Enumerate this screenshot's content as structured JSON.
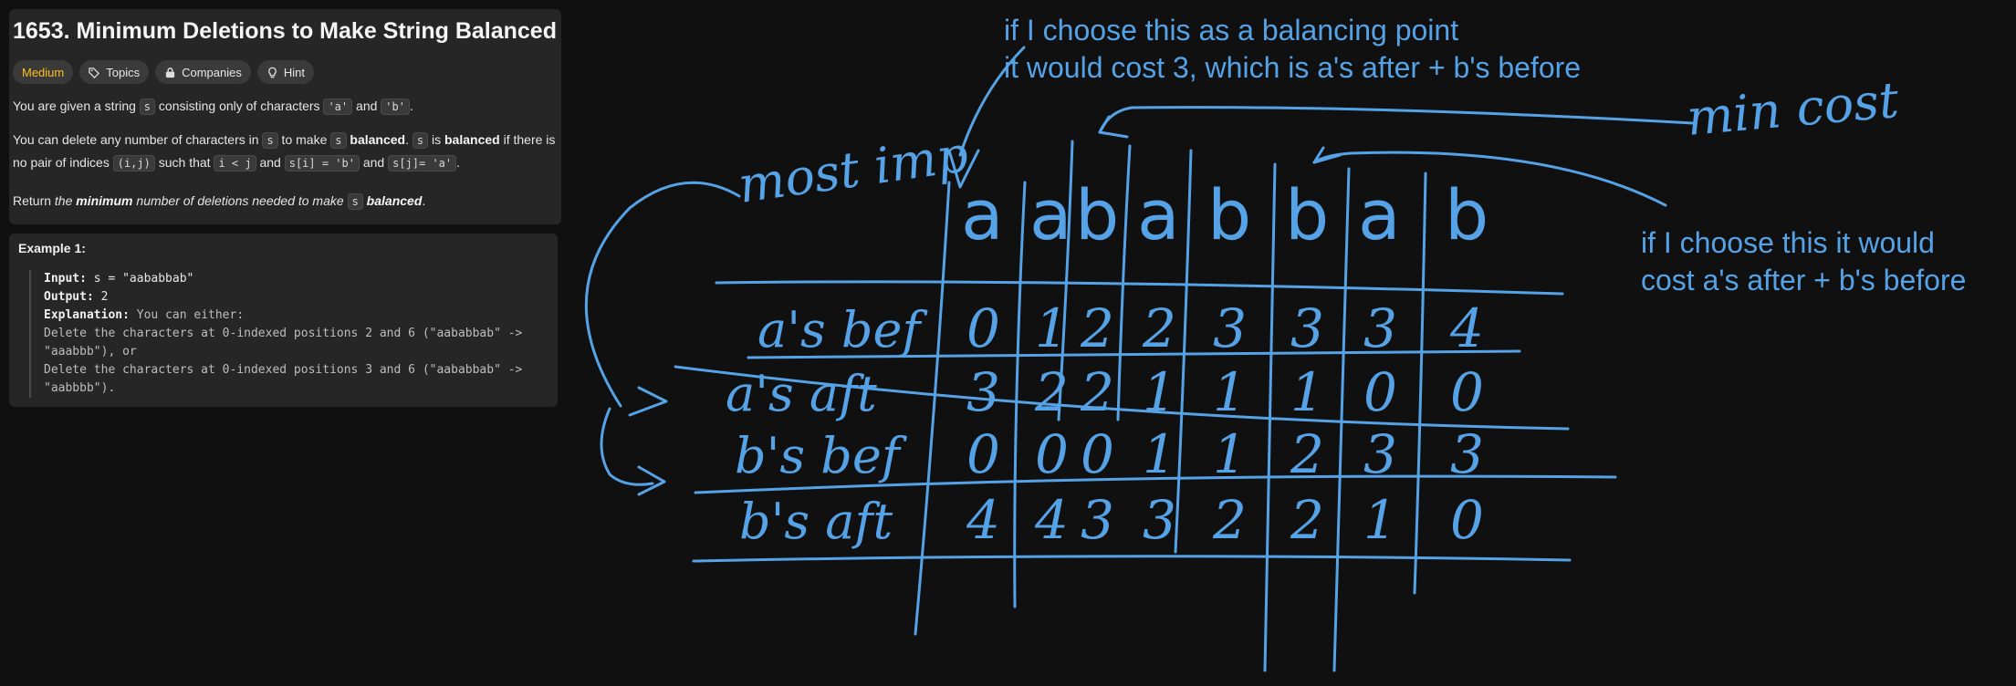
{
  "problem": {
    "title": "1653. Minimum Deletions to Make String Balanced",
    "tags": {
      "difficulty": "Medium",
      "topics": "Topics",
      "companies": "Companies",
      "hint": "Hint"
    },
    "p1": {
      "t1": "You are given a string ",
      "c1": "s",
      "t2": " consisting only of characters ",
      "c2": "'a'",
      "t3": " and ",
      "c3": "'b'",
      "t4": "."
    },
    "p2": {
      "t1": "You can delete any number of characters in ",
      "c1": "s",
      "t2": " to make ",
      "c2": "s",
      "b1": " balanced",
      "t3": ". ",
      "c3": "s",
      "t4": " is ",
      "b2": "balanced",
      "t5": " if there is no pair of indices ",
      "c4": "(i,j)",
      "t6": " such that ",
      "c5": "i < j",
      "t7": " and ",
      "c6": "s[i] = 'b'",
      "t8": " and ",
      "c7": "s[j]= 'a'",
      "t9": "."
    },
    "p3": {
      "t1": "Return ",
      "i1": "the ",
      "b1": "minimum",
      "i2": " number of deletions needed to make ",
      "c1": "s",
      "b2": " balanced",
      "t2": "."
    }
  },
  "example": {
    "title": "Example 1:",
    "input_label": "Input:",
    "input_value": " s = \"aababbab\"",
    "output_label": "Output:",
    "output_value": " 2",
    "explanation_label": "Explanation:",
    "explanation_value": " You can either:",
    "line1": "Delete the characters at 0-indexed positions 2 and 6 (\"aababbab\" ->",
    "line2": "\"aaabbb\"), or",
    "line3": "Delete the characters at 0-indexed positions 3 and 6 (\"aababbab\" ->",
    "line4": "\"aabbbb\")."
  },
  "annotations": {
    "typed_top_1": "if I choose this as a balancing point",
    "typed_top_2": "it would cost 3, which is a's after + b's before",
    "typed_right_1": "if I choose this it would",
    "typed_right_2": "cost a's after + b's before",
    "handwritten_most_imp": "most imp",
    "handwritten_min_cost": "min cost",
    "ink_color": "#55a2e6",
    "string_chars": [
      "a",
      "a",
      "b",
      "a",
      "b",
      "b",
      "a",
      "b"
    ],
    "rows": [
      {
        "label": "a's bef",
        "values": [
          "0",
          "1",
          "2",
          "2",
          "3",
          "3",
          "3",
          "4"
        ]
      },
      {
        "label": "a's aft",
        "values": [
          "3",
          "2",
          "2",
          "1",
          "1",
          "1",
          "0",
          "0"
        ]
      },
      {
        "label": "b's bef",
        "values": [
          "0",
          "0",
          "0",
          "1",
          "1",
          "2",
          "3",
          "3"
        ]
      },
      {
        "label": "b's aft",
        "values": [
          "4",
          "4",
          "3",
          "3",
          "2",
          "2",
          "1",
          "0"
        ]
      }
    ]
  }
}
